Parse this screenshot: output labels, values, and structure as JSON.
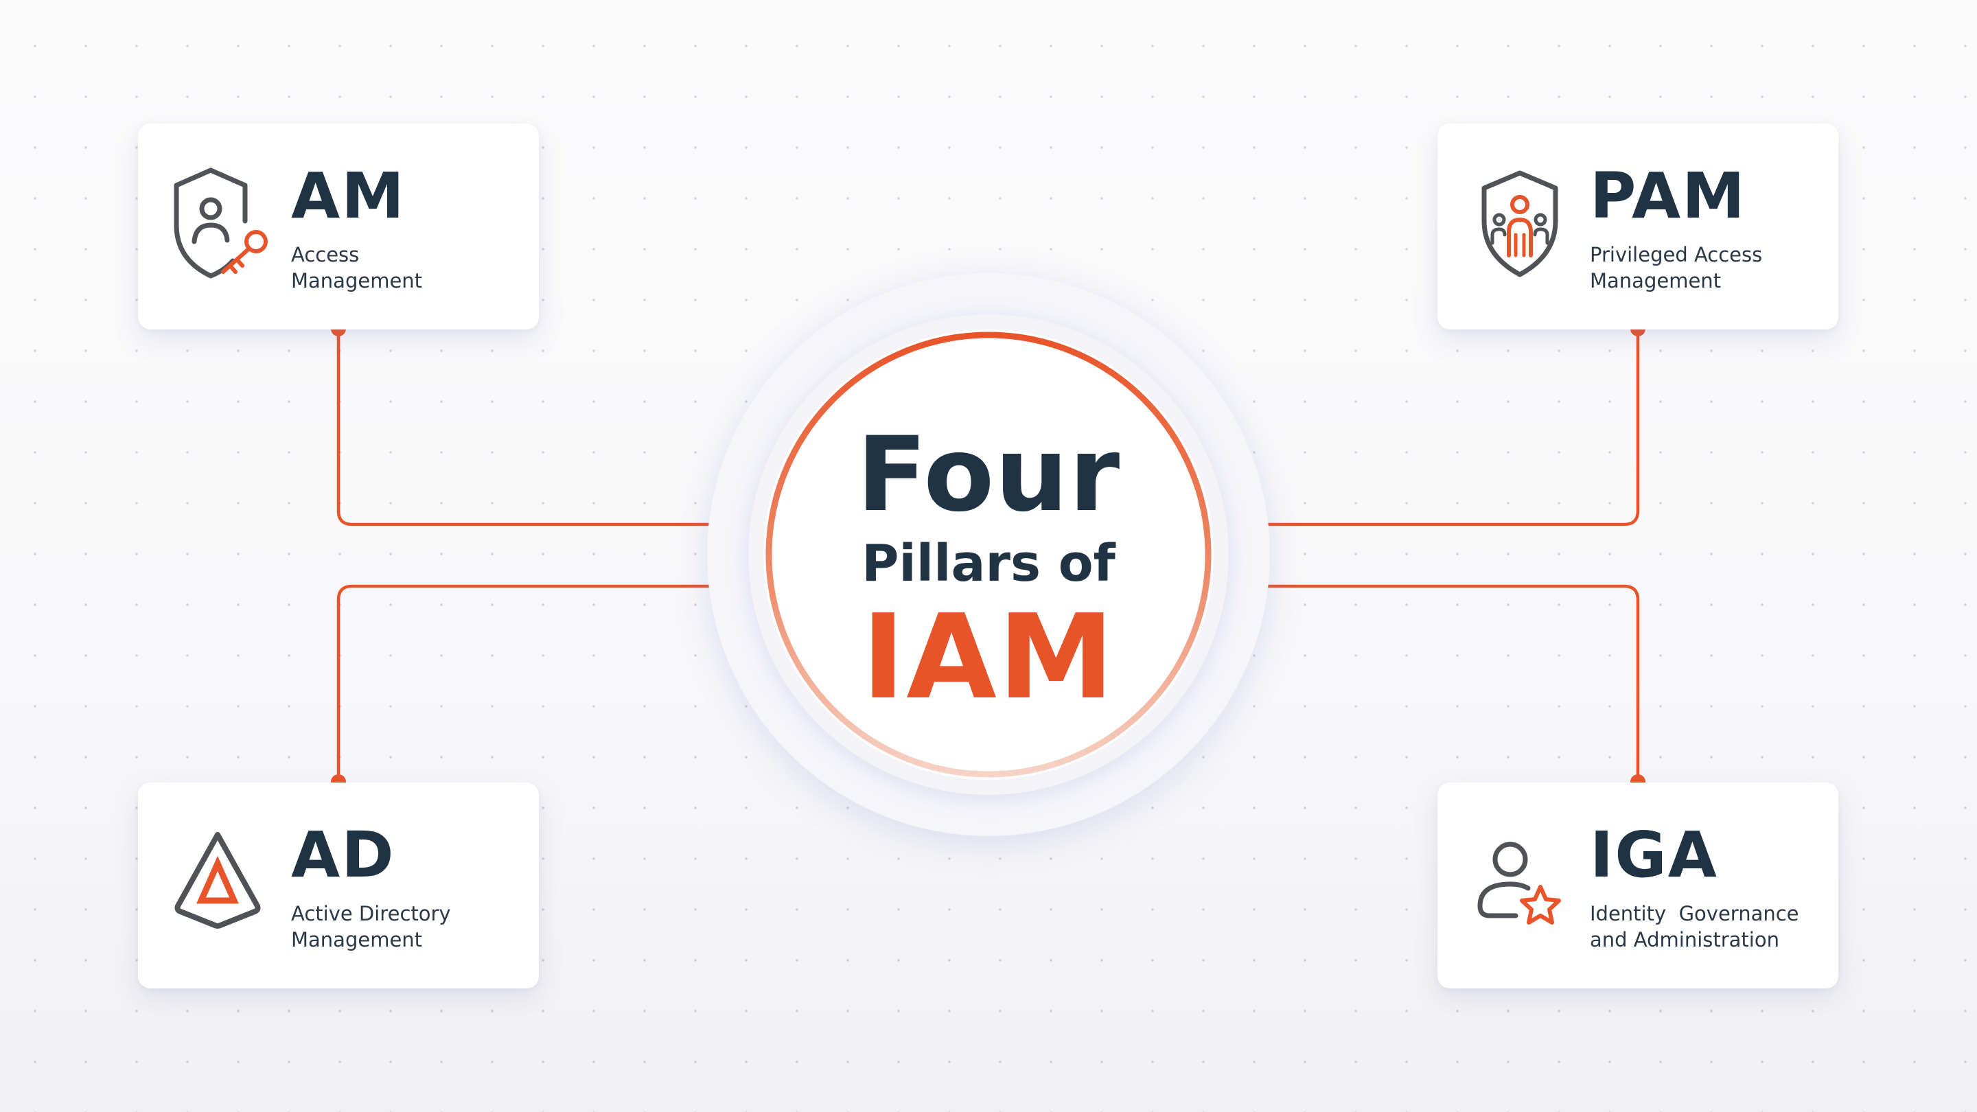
{
  "center": {
    "line1": "Four",
    "line2": "Pillars of",
    "line3": "IAM"
  },
  "pillars": {
    "am": {
      "title": "AM",
      "subtitle": "Access Management",
      "icon": "shield-user-key-icon"
    },
    "pam": {
      "title": "PAM",
      "subtitle": "Privileged Access Management",
      "icon": "shield-people-icon"
    },
    "ad": {
      "title": "AD",
      "subtitle": "Active Directory Management",
      "icon": "triangle-icon"
    },
    "iga": {
      "title": "IGA",
      "subtitle": "Identity  Governance and Administration",
      "icon": "user-star-icon"
    }
  },
  "colors": {
    "accent": "#e8542a",
    "dark": "#1f3345",
    "icon_gray": "#4f5257"
  }
}
